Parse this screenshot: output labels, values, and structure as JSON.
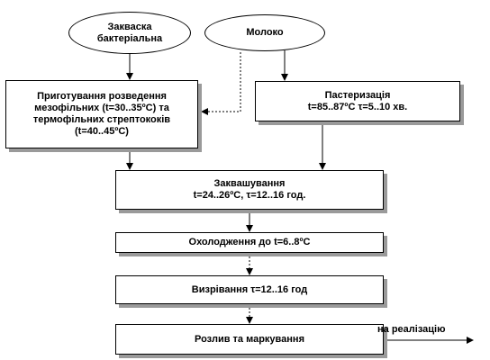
{
  "nodes": {
    "starter": "Закваска\nбактеріальна",
    "milk": "Молоко",
    "prep": "Приготування  розведення\nмезофільних  (t=30..35ºC) та\nтермофільних  стрептококів\n(t=40..45ºC)",
    "pasteurization": "Пастеризація\nt=85..87ºC τ=5..10 хв.",
    "fermentation": "Заквашування\nt=24..26ºC, τ=12..16 год.",
    "cooling": "Охолодження до t=6..8ºC",
    "ripening": "Визрівання τ=12..16 год",
    "bottling": "Розлив  та  маркування"
  },
  "edge_labels": {
    "to_sale": "на реалізацію"
  }
}
